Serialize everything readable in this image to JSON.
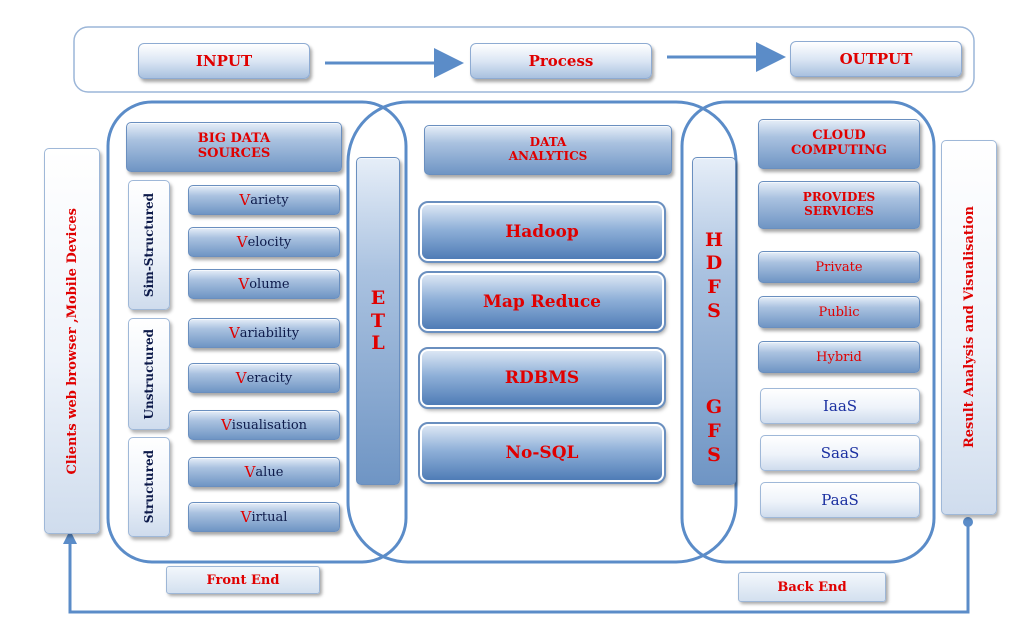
{
  "flow": {
    "input": "INPUT",
    "process": "Process",
    "output": "OUTPUT"
  },
  "clients_label": "Clients web browser ,Mobile Devices",
  "result_label": "Result Analysis and Visualisation",
  "big_data_sources": "BIG DATA SOURCES",
  "categories": [
    "Sim-Structured",
    "Unstructured",
    "Structured"
  ],
  "vs": [
    {
      "v": "V",
      "rest": "ariety"
    },
    {
      "v": "V",
      "rest": "elocity"
    },
    {
      "v": "V",
      "rest": "olume"
    },
    {
      "v": "V",
      "rest": "ariability"
    },
    {
      "v": "V",
      "rest": "eracity"
    },
    {
      "v": "V",
      "rest": "isualisation"
    },
    {
      "v": "V",
      "rest": "alue"
    },
    {
      "v": "V",
      "rest": "irtual"
    }
  ],
  "etl": [
    "E",
    "T",
    "L"
  ],
  "data_analytics": "DATA ANALYTICS",
  "analytics": [
    "Hadoop",
    "Map Reduce",
    "RDBMS",
    "No-SQL"
  ],
  "hdfs": [
    "H",
    "D",
    "F",
    "S"
  ],
  "gfs": [
    "G",
    "F",
    "S"
  ],
  "cloud_computing": "CLOUD COMPUTING",
  "provides_services": "PROVIDES SERVICES",
  "deployment": [
    "Private",
    "Public",
    "Hybrid"
  ],
  "service_models": [
    "IaaS",
    "SaaS",
    "PaaS"
  ],
  "front_end": "Front End",
  "back_end": "Back End"
}
